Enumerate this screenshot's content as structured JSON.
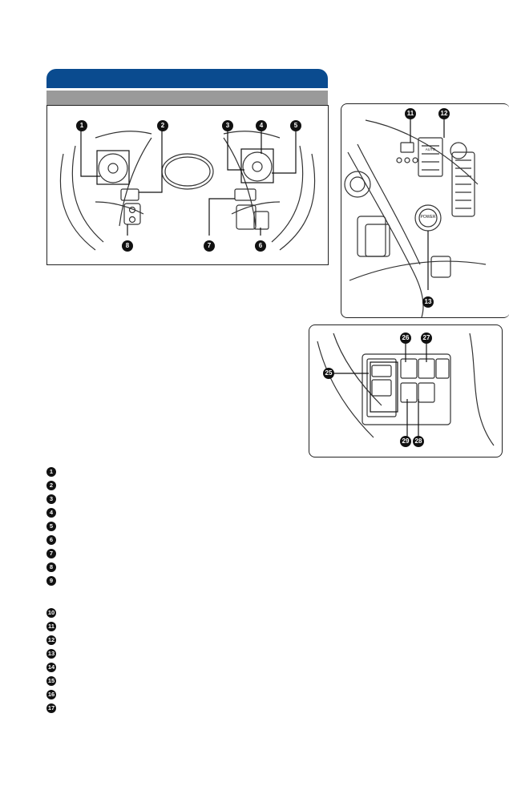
{
  "page": {
    "accent_color": "#0a4b8f",
    "subheader_color": "#9a9a9a"
  },
  "steering_wheel_callouts": [
    "1",
    "2",
    "3",
    "4",
    "5",
    "6",
    "7",
    "8"
  ],
  "dashboard_callouts": [
    "11",
    "12",
    "13"
  ],
  "lower_panel_callouts": [
    "25",
    "26",
    "27",
    "28",
    "29"
  ],
  "dashboard_labels": {
    "power_button": "POWER",
    "auto_button": "AUTO"
  },
  "legend_numbers": [
    "1",
    "2",
    "3",
    "4",
    "5",
    "6",
    "7",
    "8",
    "9",
    "10",
    "11",
    "12",
    "13",
    "14",
    "15",
    "16",
    "17"
  ]
}
